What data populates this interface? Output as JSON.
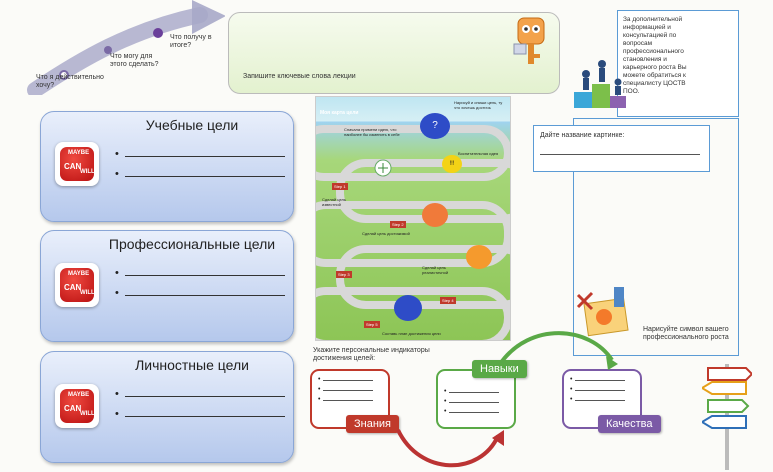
{
  "arrow_steps": {
    "step1": "Что я действительно хочу?",
    "step2": "Что могу для этого сделать?",
    "step3": "Что получу в итоге?"
  },
  "notes_box": {
    "hint": "Запишите ключевые слова лекции"
  },
  "info_box": {
    "text": "За дополнительной информацией и консультацией по вопросам профессионального становления и карьерного роста Вы можете обратиться к специалисту ЦОСТВ ПОО."
  },
  "goals": [
    {
      "title": "Учебные цели",
      "bullets": [
        "•",
        "•"
      ]
    },
    {
      "title": "Профессиональные цели",
      "bullets": [
        "•",
        "•"
      ]
    },
    {
      "title": "Личностные цели",
      "bullets": [
        "•",
        "•"
      ]
    }
  ],
  "dice": {
    "top": "MAYBE",
    "left": "CAN",
    "right": "WILL"
  },
  "map": {
    "heading": "Моя карта цели",
    "top_note": "Нарисуй и опиши цель, ту что хочешь достичь",
    "steps": [
      "Step 1",
      "Step 2",
      "Step 3",
      "Step 4",
      "Step 5"
    ],
    "notes": [
      "Сначала примени идею, что наиболее бы изменить в себе",
      "Воспитательная идея",
      "Сделай цель известной",
      "Сделай цель достижимой",
      "Сделай цель реалистичной",
      "Составь план достижения цели"
    ],
    "bubble_marks": [
      "?",
      "!!!"
    ]
  },
  "picture_name": {
    "prompt": "Дайте название картинке:"
  },
  "symbol_box": {
    "prompt": "Нарисуйте символ вашего профессионального роста"
  },
  "indicators": {
    "label": "Укажите персональные индикаторы достижения целей:",
    "boxes": [
      {
        "tag": "Знания",
        "color": "#c0392b",
        "bullets": [
          "•",
          "•",
          "•"
        ]
      },
      {
        "tag": "Навыки",
        "color": "#5aa947",
        "bullets": [
          "•",
          "•",
          "•"
        ]
      },
      {
        "tag": "Качества",
        "color": "#7b5aa6",
        "bullets": [
          "•",
          "•",
          "•"
        ]
      }
    ]
  },
  "colors": {
    "goal_border": "#8aa6d6",
    "box_border": "#5b9bd5",
    "arrow": "#9b9bbf"
  }
}
